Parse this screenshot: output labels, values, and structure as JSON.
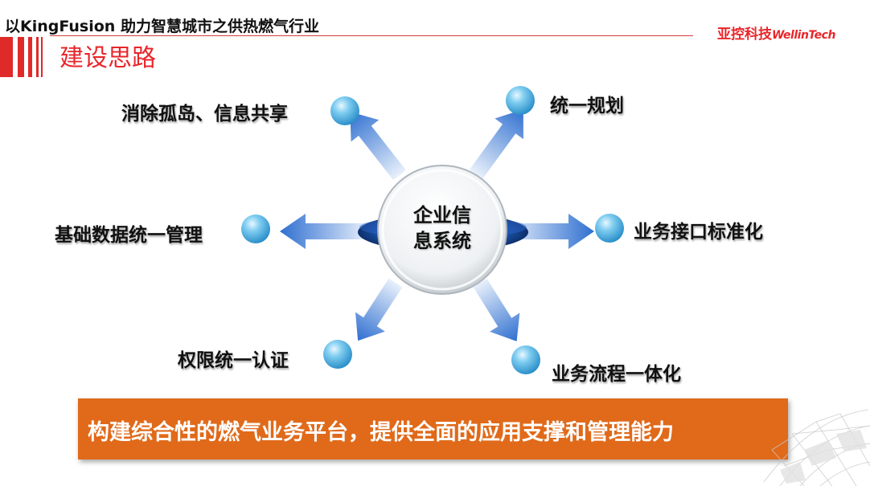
{
  "header": {
    "title": "以KingFusion 助力智慧城市之供热燃气行业",
    "brand_cn": "亚控科技",
    "brand_en": "WellinTech",
    "accent_color": "#e8262b"
  },
  "section": {
    "title": "建设思路"
  },
  "diagram": {
    "center_line1": "企业信",
    "center_line2": "息系统",
    "nodes": [
      {
        "label": "消除孤岛、信息共享"
      },
      {
        "label": "统一规划"
      },
      {
        "label": "基础数据统一管理"
      },
      {
        "label": "业务接口标准化"
      },
      {
        "label": "权限统一认证"
      },
      {
        "label": "业务流程一体化"
      }
    ],
    "arrow_color": "#2f6fd0",
    "sphere_color": "#3aa8df"
  },
  "banner": {
    "text": "构建综合性的燃气业务平台，提供全面的应用支撑和管理能力",
    "color": "#e06a1a"
  }
}
